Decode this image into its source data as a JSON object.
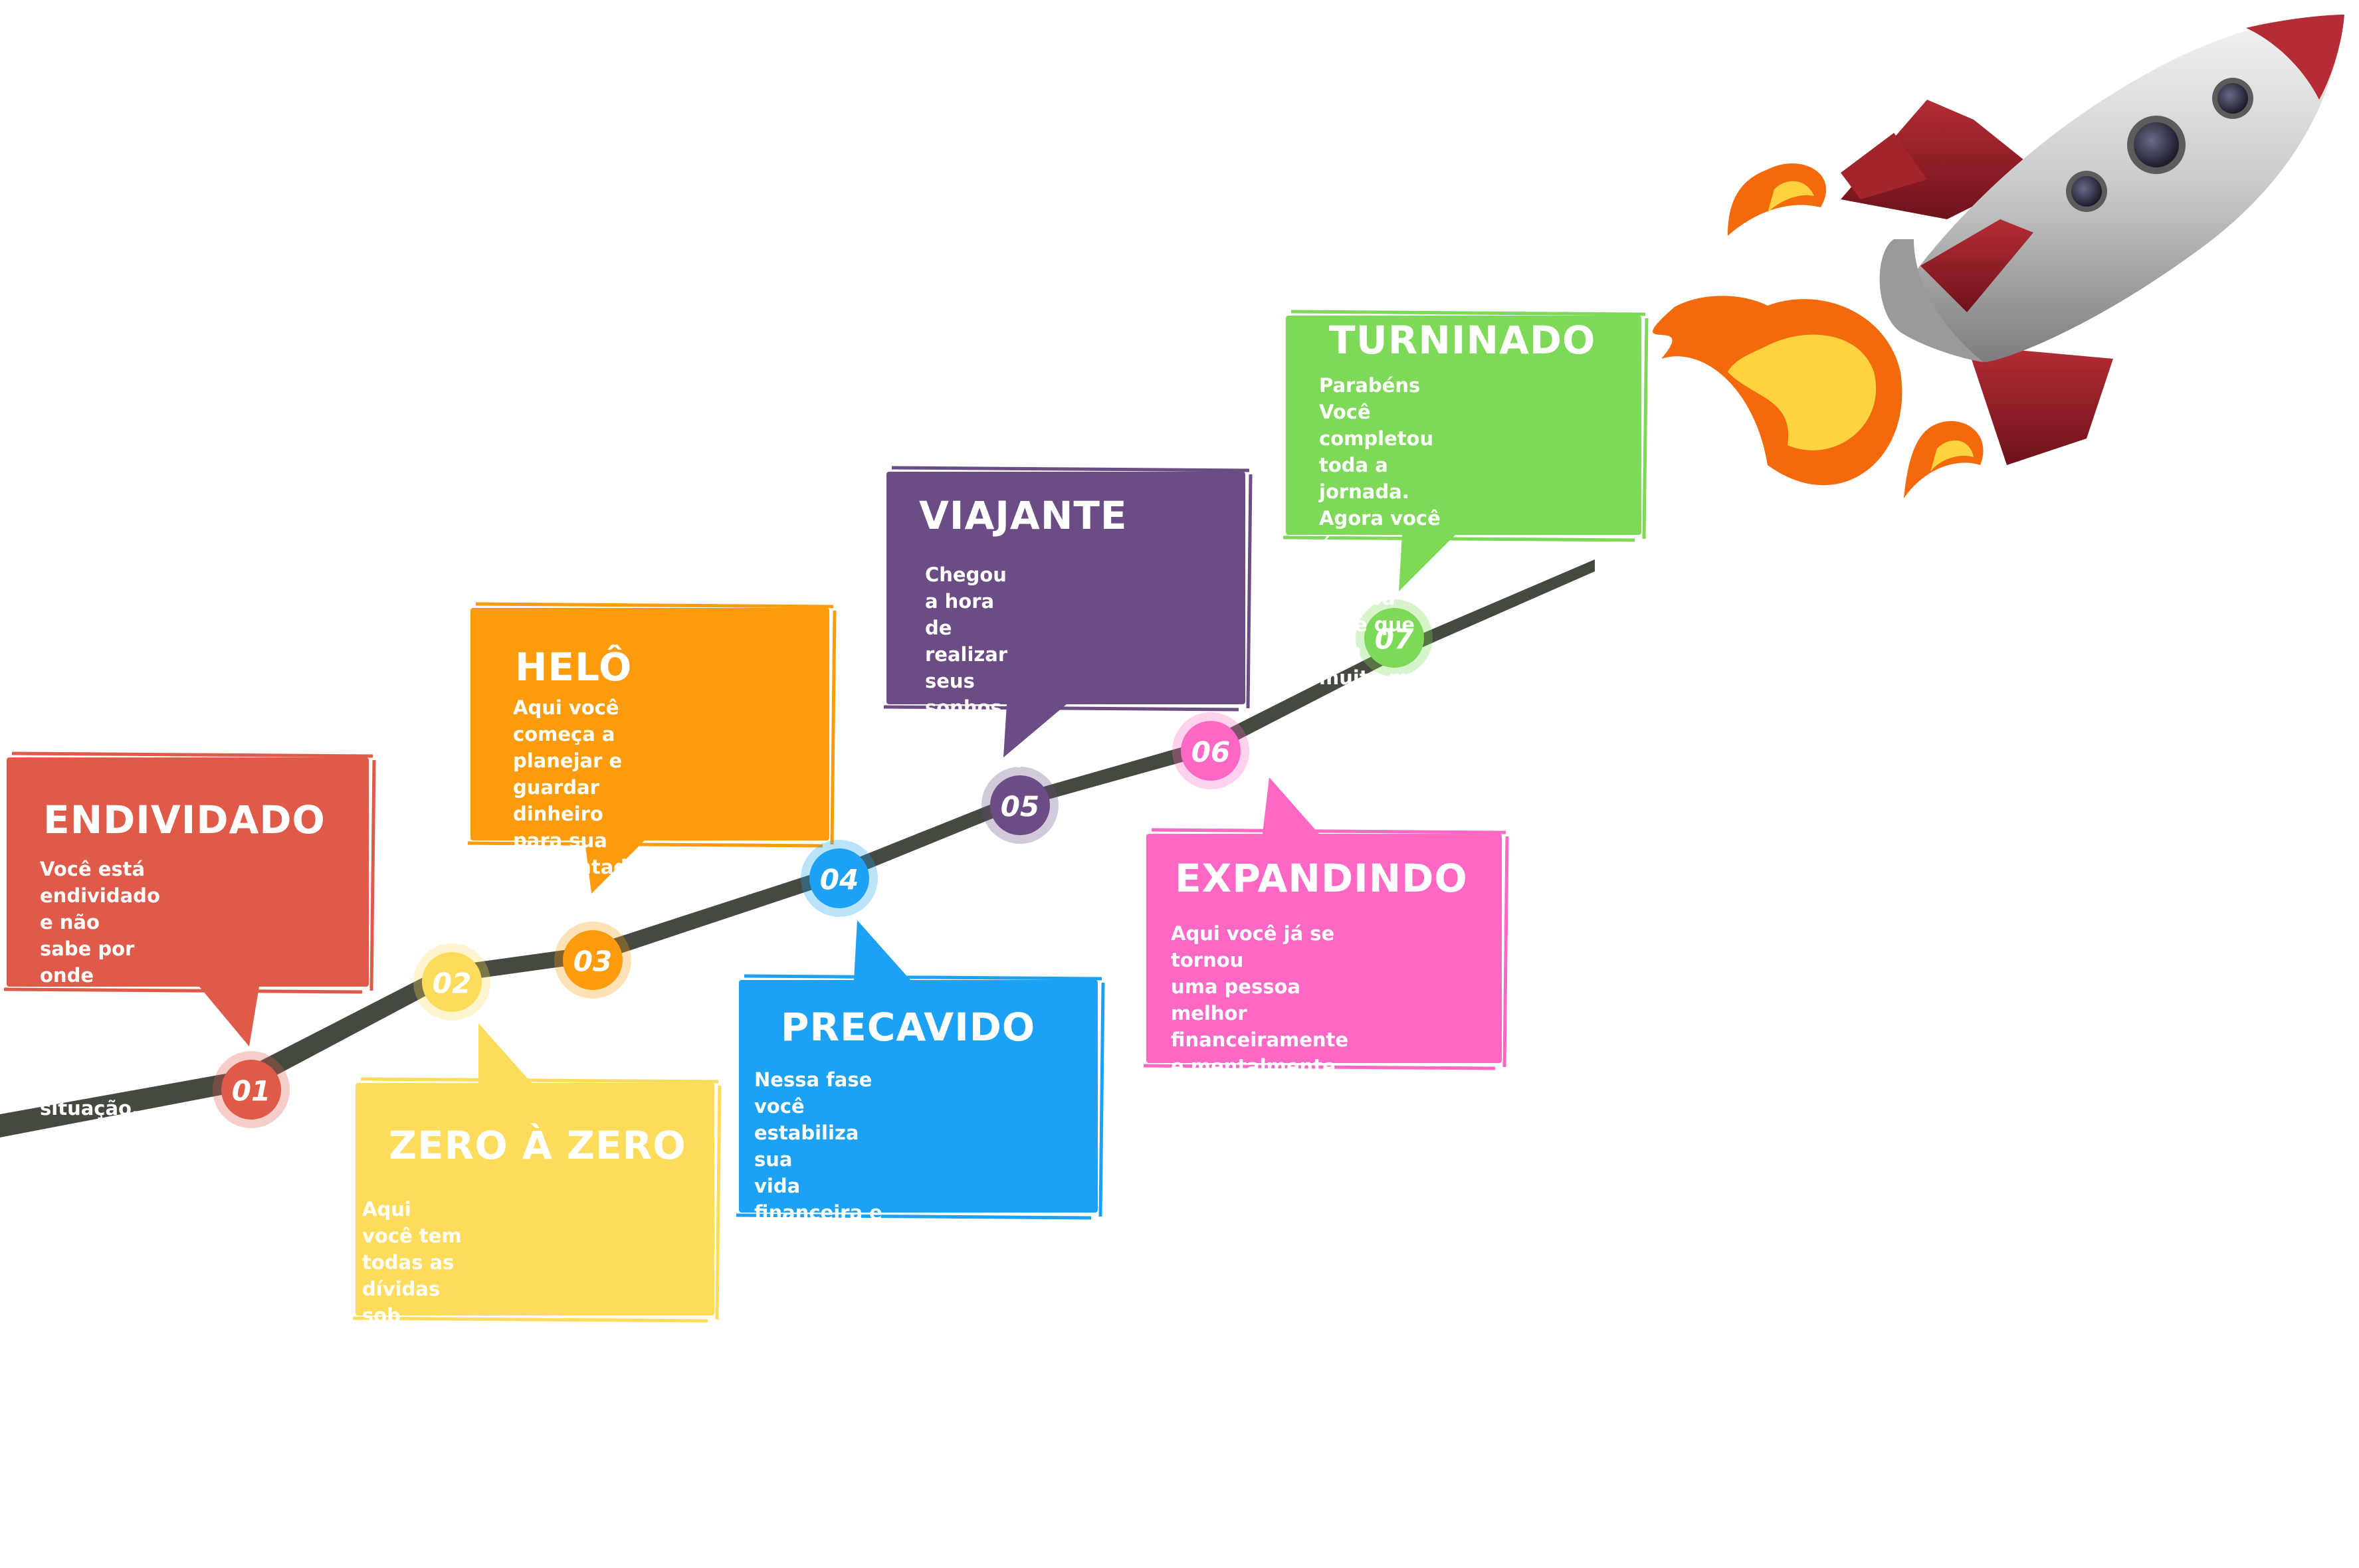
{
  "stages": [
    {
      "number": "01",
      "title": "ENDIVIDADO",
      "description": "Você está endividado e não\nsabe por onde começar para\nresolver essa situação.",
      "color": "#e05a49"
    },
    {
      "number": "02",
      "title": "ZERO À ZERO",
      "description": "Aqui você tem todas as dívidas sob\ncontrole. Nessa fase você consegue\nfechar todos os mês no zero à zero.",
      "color": "#fddc5c"
    },
    {
      "number": "03",
      "title": "HELÔ",
      "description": "Aqui você começa a\nplanejar e guardar dinheiro\npara sua aposentadoria.",
      "color": "#fc9c0c"
    },
    {
      "number": "04",
      "title": "PRECAVIDO",
      "description": "Nessa fase você estabiliza sua\nvida financeira e consegue criar\nsua reserva de emergência.",
      "color": "#1ca1f4"
    },
    {
      "number": "05",
      "title": "VIAJANTE",
      "description": "Chegou a hora de\nrealizar seus sonhos\n mais ousados.",
      "color": "#6b4c84"
    },
    {
      "number": "06",
      "title": "EXPANDINDO",
      "description": "Aqui você já se tornou\numa pessoa melhor\nfinanceiramente e mentalmente.",
      "color": "#fd68c5"
    },
    {
      "number": "07",
      "title": "TURNINADO",
      "description": "Parabéns Você completou\ntoda a jornada. Agora você é\numa pessoa livre que tem\nmuito mais dinheiro no bolso e\nvive uma vida abundante.",
      "color": "#7dd957"
    }
  ],
  "colors": {
    "road": "#454a40",
    "rocket_body": "#c9c9c9",
    "rocket_fin": "#8e1e27",
    "flame_outer": "#f26a0c",
    "flame_inner": "#ffd23f"
  },
  "icons": {
    "rocket": "rocket-icon",
    "flame": "flame-icon"
  }
}
